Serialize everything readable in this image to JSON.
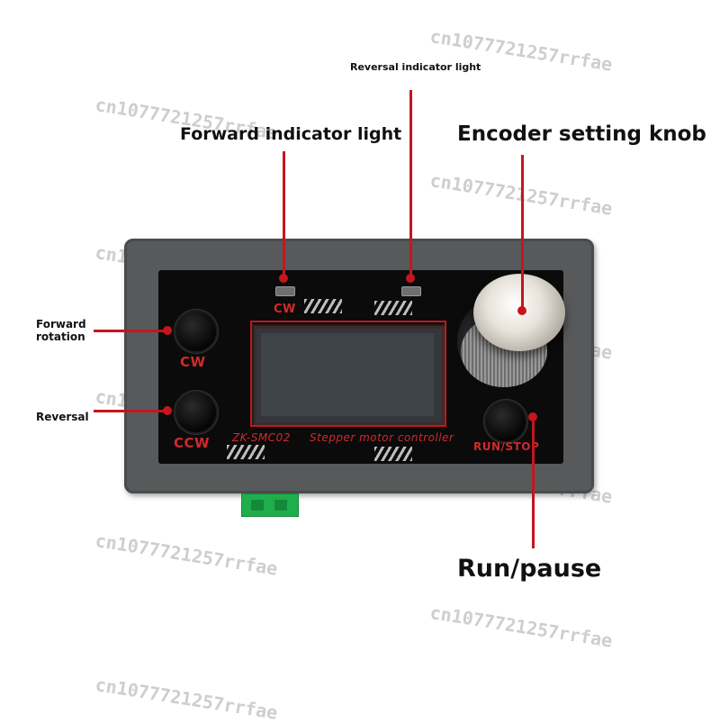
{
  "watermark": "cn1077721257rrfae",
  "callouts": {
    "reversal_light": "Reversal indicator light",
    "forward_light": "Forward indicator light",
    "encoder": "Encoder setting knob",
    "forward_rotation": "Forward\nrotation",
    "reversal": "Reversal",
    "run_pause": "Run/pause"
  },
  "device": {
    "led_left_label": "CW",
    "btn_cw": "CW",
    "btn_ccw": "CCW",
    "btn_run": "RUN/STOP",
    "model": "ZK-SMC02",
    "product": "Stepper motor controller"
  },
  "colors": {
    "annotation_red": "#c4161c",
    "case_gray": "#58595b",
    "connector_green": "#1fae4b"
  }
}
